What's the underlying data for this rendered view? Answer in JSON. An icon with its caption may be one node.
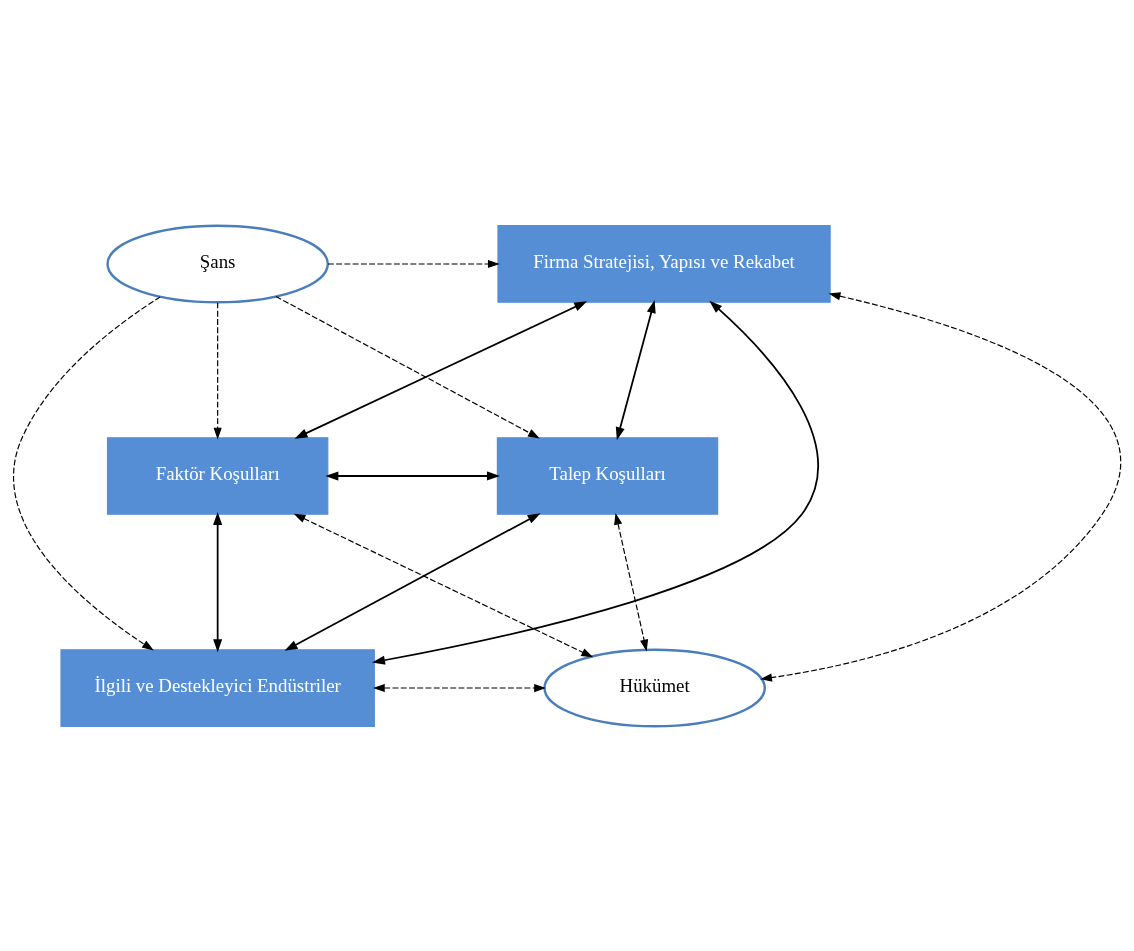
{
  "diagram": {
    "nodes": [
      {
        "text": [
          "Şans"
        ]
      },
      {
        "text": [
          "Firma Stratejisi, Yapısı ve Rekabet"
        ]
      },
      {
        "text": [
          "Faktör Koşulları"
        ]
      },
      {
        "text": [
          "Talep Koşulları"
        ]
      },
      {
        "text": [
          "İlgili ve Destekleyici Endüstriler"
        ]
      },
      {
        "text": [
          "Hükümet"
        ]
      }
    ],
    "edges": [
      {
        "from": 0,
        "to": 1,
        "arrow": "to",
        "style": "dashed"
      },
      {
        "from": 0,
        "to": 2,
        "arrow": "to",
        "style": "dashed"
      },
      {
        "from": 0,
        "to": 3,
        "arrow": "to",
        "style": "dashed"
      },
      {
        "from": 0,
        "to": 4,
        "arrow": "to",
        "style": "dashed"
      },
      {
        "from": 1,
        "to": 2,
        "arrow": "both"
      },
      {
        "from": 1,
        "to": 3,
        "arrow": "both"
      },
      {
        "from": 1,
        "to": 4,
        "arrow": "both"
      },
      {
        "from": 2,
        "to": 3,
        "arrow": "both"
      },
      {
        "from": 2,
        "to": 4,
        "arrow": "both"
      },
      {
        "from": 3,
        "to": 4,
        "arrow": "both"
      },
      {
        "from": 1,
        "to": 5,
        "arrow": "both",
        "style": "dashed"
      },
      {
        "from": 2,
        "to": 5,
        "arrow": "both",
        "style": "dashed"
      },
      {
        "from": 3,
        "to": 5,
        "arrow": "both",
        "style": "dashed"
      },
      {
        "from": 4,
        "to": 5,
        "arrow": "both",
        "style": "dashed"
      }
    ]
  }
}
